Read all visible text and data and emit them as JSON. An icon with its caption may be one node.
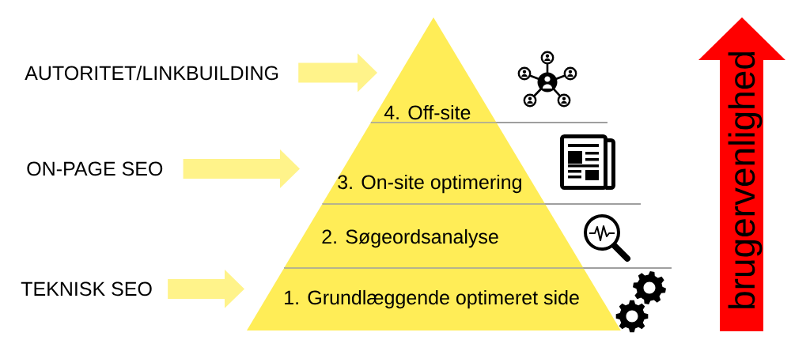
{
  "diagram": {
    "nodes": [
      {
        "text": [
          "AUTORITET/LINKBUILDING"
        ]
      },
      {
        "text": [
          "ON-PAGE SEO"
        ]
      },
      {
        "text": [
          "TEKNISK SEO"
        ]
      },
      {
        "text": [
          "4. Off-site"
        ]
      },
      {
        "text": [
          "3. On-site optimering"
        ]
      },
      {
        "text": [
          "2. Søgeordsanalyse"
        ]
      },
      {
        "text": [
          "1. Grundlæggende optimeret side"
        ]
      },
      {
        "text": [
          "brugervenlighed"
        ]
      }
    ],
    "edges": [
      {
        "from": 0,
        "to": 3,
        "arrow": "to"
      },
      {
        "from": 1,
        "to": 4,
        "arrow": "to"
      },
      {
        "from": 2,
        "to": 6,
        "arrow": "to"
      }
    ]
  }
}
